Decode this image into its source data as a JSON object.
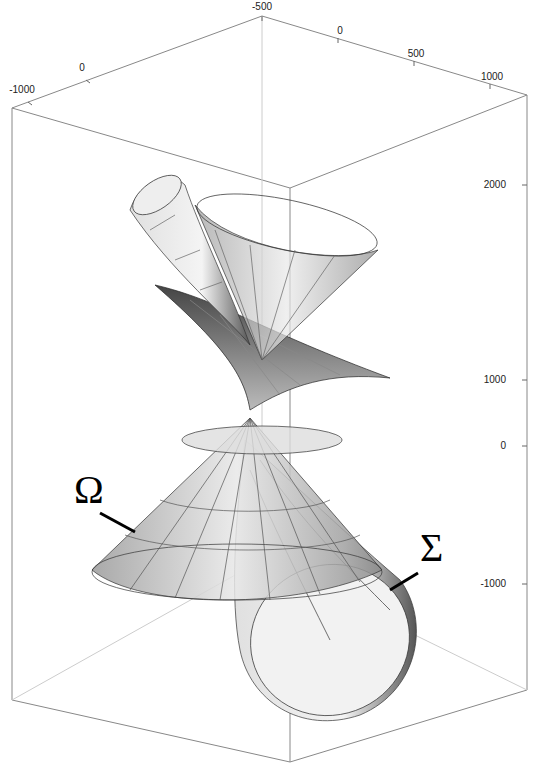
{
  "diagram": {
    "labels": [
      "-500",
      "0",
      "500",
      "1000",
      "0",
      "-1000",
      "2000",
      "1000",
      "0",
      "-1000",
      "Ω",
      "Σ"
    ]
  }
}
